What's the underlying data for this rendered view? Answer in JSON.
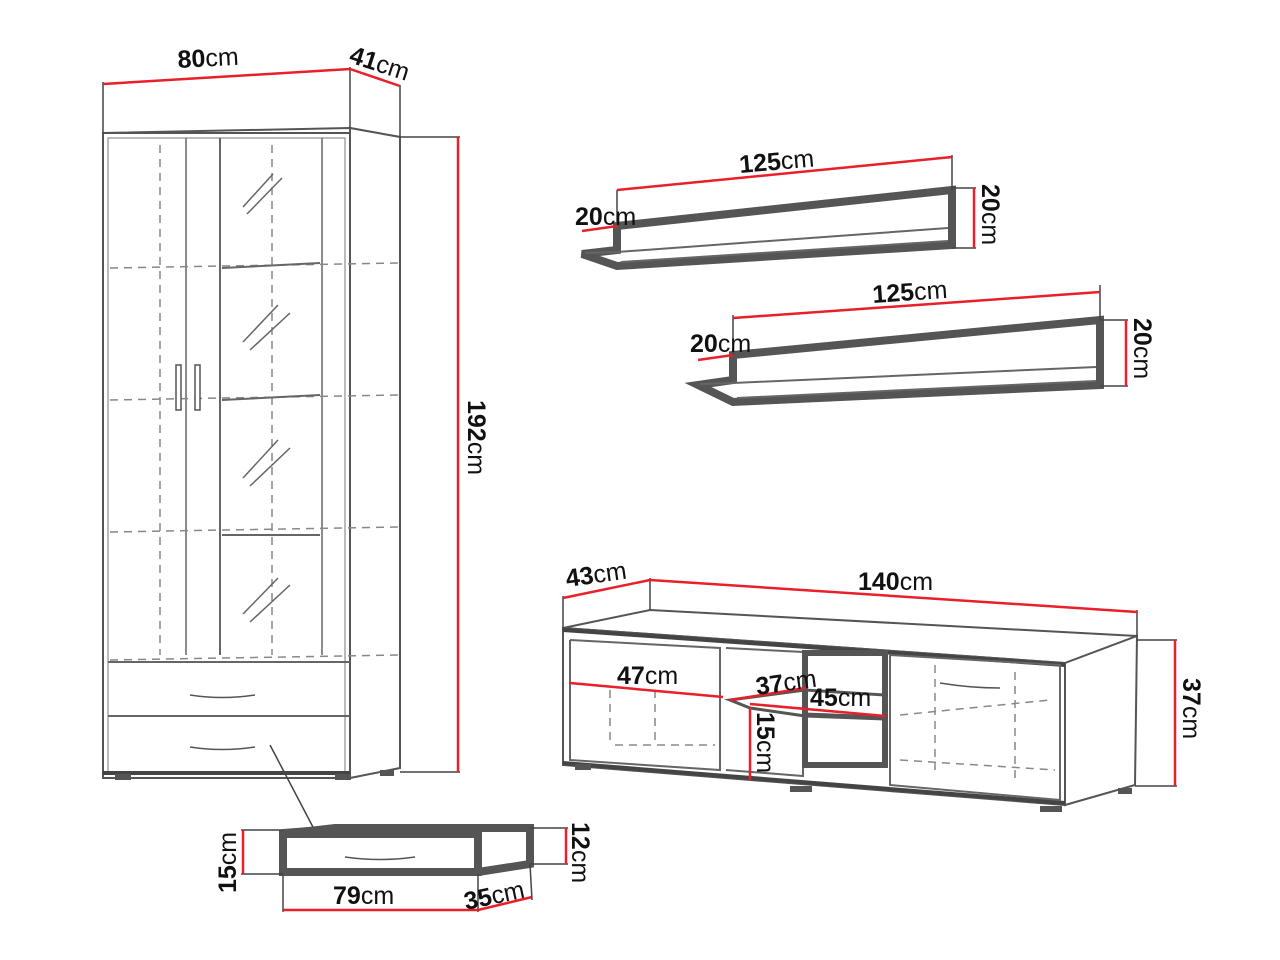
{
  "dimensions": {
    "cabinet_width": {
      "value": "80",
      "unit": "cm"
    },
    "cabinet_depth": {
      "value": "41",
      "unit": "cm"
    },
    "cabinet_height": {
      "value": "192",
      "unit": "cm"
    },
    "drawer_height": {
      "value": "15",
      "unit": "cm"
    },
    "drawer_width": {
      "value": "79",
      "unit": "cm"
    },
    "drawer_depth": {
      "value": "35",
      "unit": "cm"
    },
    "drawer_inner_height": {
      "value": "12",
      "unit": "cm"
    },
    "shelf1_width": {
      "value": "125",
      "unit": "cm"
    },
    "shelf1_depth": {
      "value": "20",
      "unit": "cm"
    },
    "shelf1_height": {
      "value": "20",
      "unit": "cm"
    },
    "shelf2_width": {
      "value": "125",
      "unit": "cm"
    },
    "shelf2_depth": {
      "value": "20",
      "unit": "cm"
    },
    "shelf2_height": {
      "value": "20",
      "unit": "cm"
    },
    "tv_depth": {
      "value": "43",
      "unit": "cm"
    },
    "tv_width": {
      "value": "140",
      "unit": "cm"
    },
    "tv_height": {
      "value": "37",
      "unit": "cm"
    },
    "tv_compartment_width": {
      "value": "47",
      "unit": "cm"
    },
    "tv_niche_depth": {
      "value": "37",
      "unit": "cm"
    },
    "tv_niche_width": {
      "value": "45",
      "unit": "cm"
    },
    "tv_niche_height": {
      "value": "15",
      "unit": "cm"
    }
  },
  "colors": {
    "dimension_line": "#e8202a",
    "outline": "#555555",
    "text": "#111111"
  }
}
